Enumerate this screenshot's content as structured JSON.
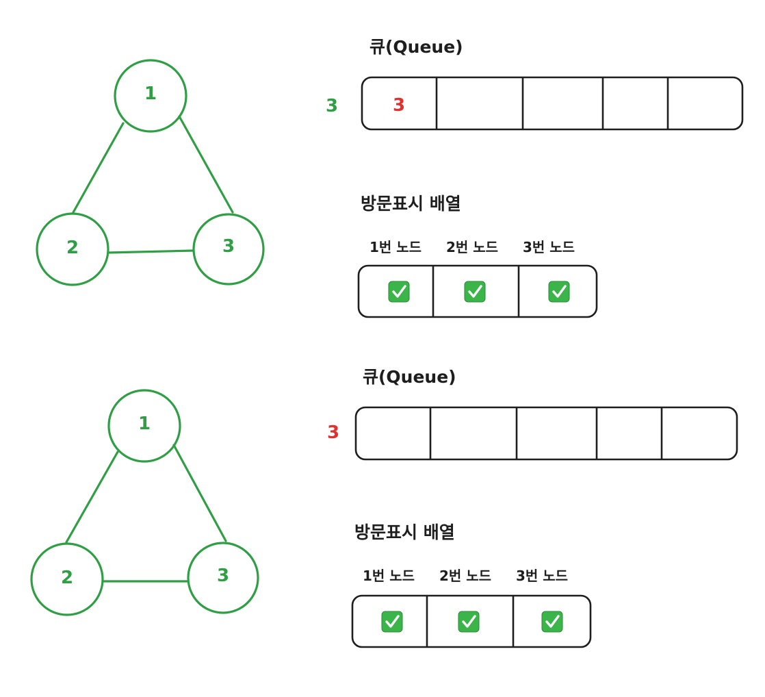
{
  "colors": {
    "graph": "#2f9e44",
    "pending": "#2f9e44",
    "queued_value": "#e03131",
    "outline": "#1e1e1e",
    "check": "#3bb54a"
  },
  "panels": [
    {
      "graph": {
        "nodes": [
          "1",
          "2",
          "3"
        ],
        "edges": [
          [
            "1",
            "2"
          ],
          [
            "1",
            "3"
          ],
          [
            "2",
            "3"
          ]
        ]
      },
      "pending_value": "3",
      "pending_color": "#2f9e44",
      "queue": {
        "title": "큐(Queue)",
        "cells": [
          "3",
          "",
          "",
          "",
          ""
        ]
      },
      "visited": {
        "title": "방문표시 배열",
        "labels": [
          "1번 노드",
          "2번 노드",
          "3번 노드"
        ],
        "checked": [
          true,
          true,
          true
        ],
        "icon": "check-mark-button-icon"
      }
    },
    {
      "graph": {
        "nodes": [
          "1",
          "2",
          "3"
        ],
        "edges": [
          [
            "1",
            "2"
          ],
          [
            "1",
            "3"
          ],
          [
            "2",
            "3"
          ]
        ]
      },
      "pending_value": "3",
      "pending_color": "#e03131",
      "queue": {
        "title": "큐(Queue)",
        "cells": [
          "",
          "",
          "",
          "",
          ""
        ]
      },
      "visited": {
        "title": "방문표시 배열",
        "labels": [
          "1번 노드",
          "2번 노드",
          "3번 노드"
        ],
        "checked": [
          true,
          true,
          true
        ],
        "icon": "check-mark-button-icon"
      }
    }
  ]
}
